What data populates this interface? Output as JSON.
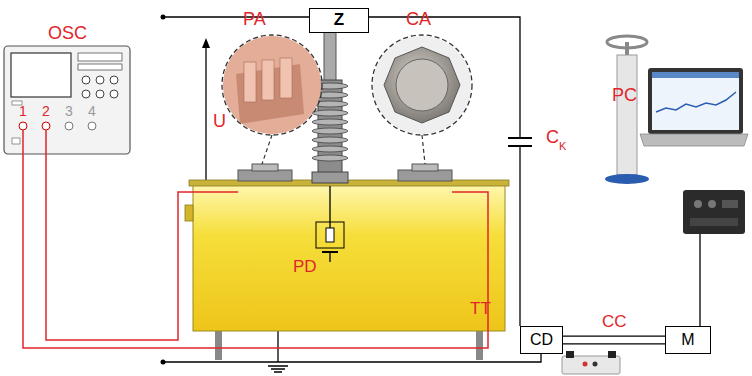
{
  "diagram": {
    "nodes": [
      {
        "text": [
          "Z"
        ]
      },
      {
        "text": [
          "CD"
        ]
      },
      {
        "text": [
          "M"
        ]
      }
    ],
    "edges": [
      {
        "from": 1,
        "to": 2,
        "label": "CC",
        "arrow": "none"
      }
    ],
    "labels": [
      "OSC",
      "1",
      "2",
      "3",
      "4",
      "U",
      "PA",
      "CA",
      "C",
      "K",
      "PD",
      "TT",
      "PC"
    ]
  }
}
